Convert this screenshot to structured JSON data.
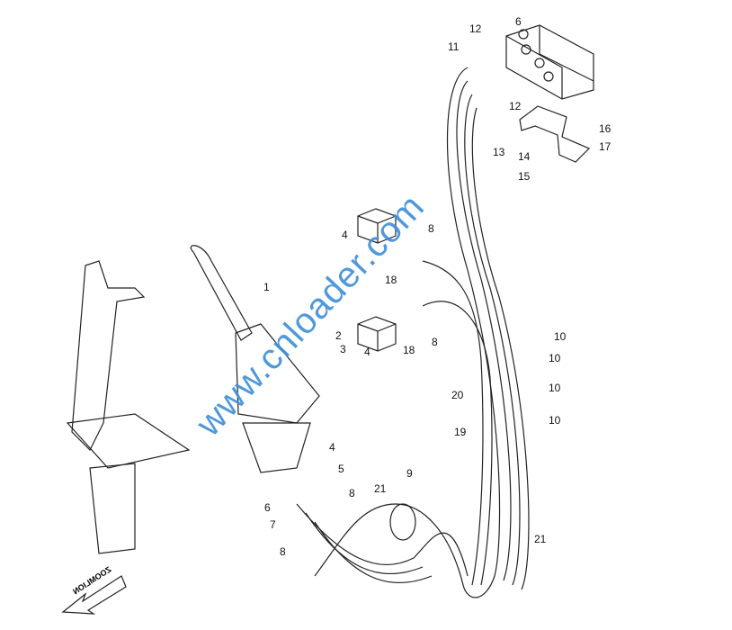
{
  "callouts": [
    {
      "id": "c1",
      "text": "1"
    },
    {
      "id": "c2",
      "text": "2"
    },
    {
      "id": "c3",
      "text": "3"
    },
    {
      "id": "c4a",
      "text": "4"
    },
    {
      "id": "c4b",
      "text": "4"
    },
    {
      "id": "c4c",
      "text": "4"
    },
    {
      "id": "c5",
      "text": "5"
    },
    {
      "id": "c6a",
      "text": "6"
    },
    {
      "id": "c6b",
      "text": "6"
    },
    {
      "id": "c7",
      "text": "7"
    },
    {
      "id": "c8a",
      "text": "8"
    },
    {
      "id": "c8b",
      "text": "8"
    },
    {
      "id": "c8c",
      "text": "8"
    },
    {
      "id": "c8d",
      "text": "8"
    },
    {
      "id": "c9",
      "text": "9"
    },
    {
      "id": "c10a",
      "text": "10"
    },
    {
      "id": "c10b",
      "text": "10"
    },
    {
      "id": "c10c",
      "text": "10"
    },
    {
      "id": "c10d",
      "text": "10"
    },
    {
      "id": "c11",
      "text": "11"
    },
    {
      "id": "c12a",
      "text": "12"
    },
    {
      "id": "c12b",
      "text": "12"
    },
    {
      "id": "c13",
      "text": "13"
    },
    {
      "id": "c14",
      "text": "14"
    },
    {
      "id": "c15",
      "text": "15"
    },
    {
      "id": "c16",
      "text": "16"
    },
    {
      "id": "c17",
      "text": "17"
    },
    {
      "id": "c18a",
      "text": "18"
    },
    {
      "id": "c18b",
      "text": "18"
    },
    {
      "id": "c19",
      "text": "19"
    },
    {
      "id": "c20",
      "text": "20"
    },
    {
      "id": "c21a",
      "text": "21"
    },
    {
      "id": "c21b",
      "text": "21"
    }
  ],
  "watermark": "www.cnloader.com",
  "logo": "ZOOMLION"
}
